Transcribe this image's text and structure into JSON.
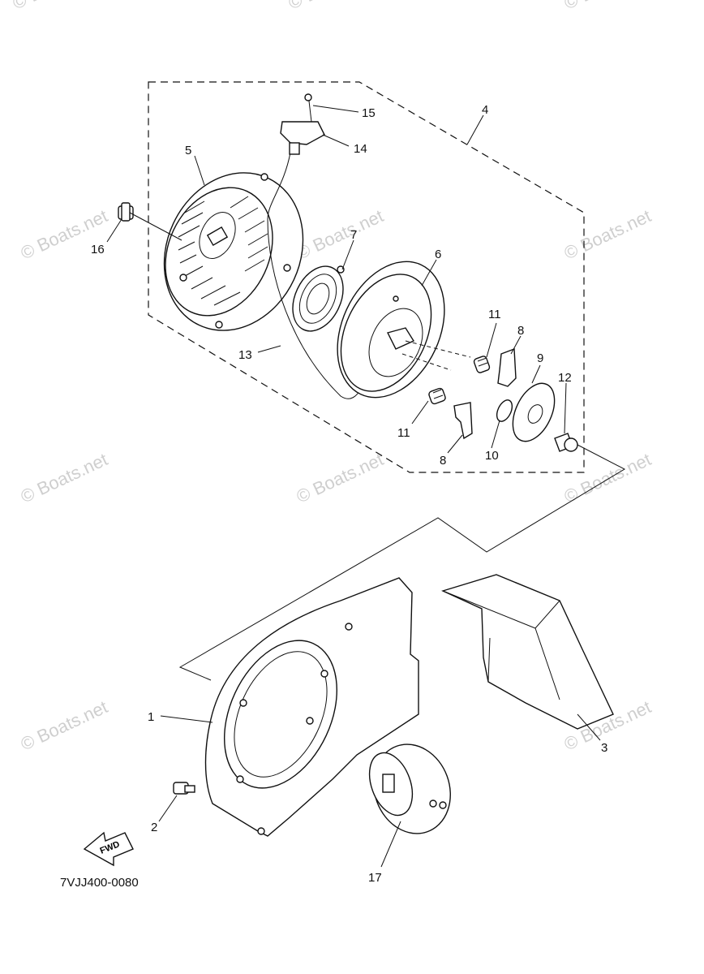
{
  "diagram": {
    "figure_code": "7VJJ400-0080",
    "fwd_label": "FWD",
    "watermark": "© Boats.net",
    "callouts": [
      "1",
      "2",
      "3",
      "4",
      "5",
      "6",
      "7",
      "8",
      "8",
      "9",
      "10",
      "11",
      "11",
      "12",
      "13",
      "14",
      "15",
      "16",
      "17"
    ]
  }
}
